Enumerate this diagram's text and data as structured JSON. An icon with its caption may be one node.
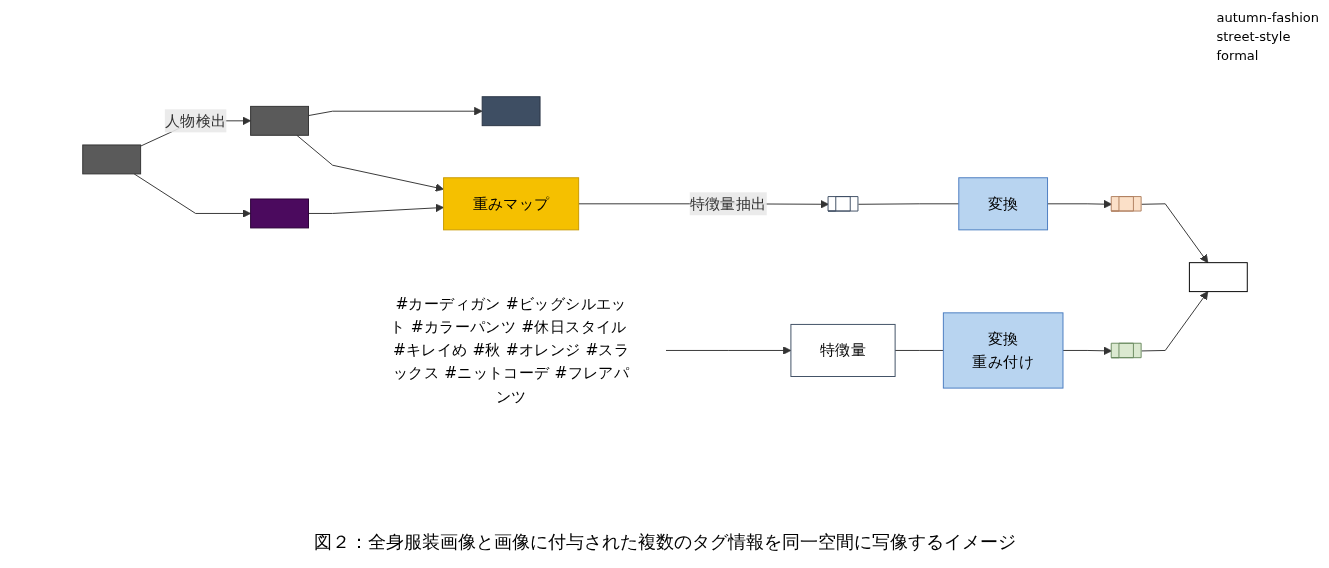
{
  "diagram": {
    "caption": "図２：全身服装画像と画像に付与された複数のタグ情報を同一空間に写像するイメージ",
    "nodes": [
      {
        "text": [],
        "shape": "box"
      },
      {
        "text": [],
        "shape": "box"
      },
      {
        "text": [],
        "shape": "box"
      },
      {
        "text": [],
        "shape": "box"
      },
      {
        "text": [
          "重みマップ"
        ]
      },
      {
        "text": [],
        "shape": "bar"
      },
      {
        "text": [
          "変換"
        ]
      },
      {
        "text": [],
        "shape": "bar"
      },
      {
        "text": [],
        "shape": "box"
      },
      {
        "text": [
          "#カーディガン #ビッグシルエット #カラーパンツ #休日スタイル #キレイめ #秋 #オレンジ #スラックス #ニットコーデ #フレアパンツ"
        ]
      },
      {
        "text": [
          "特徴量"
        ]
      },
      {
        "text": [
          "変換",
          "重み付け"
        ]
      },
      {
        "text": [],
        "shape": "bar"
      }
    ],
    "edges": [
      {
        "from": 0,
        "to": 1,
        "arrow": "to",
        "label": "人物検出"
      },
      {
        "from": 0,
        "to": 2,
        "arrow": "to"
      },
      {
        "from": 1,
        "to": 3,
        "arrow": "to"
      },
      {
        "from": 1,
        "to": 4,
        "arrow": "to"
      },
      {
        "from": 2,
        "to": 4,
        "arrow": "to"
      },
      {
        "from": 4,
        "to": 5,
        "arrow": "to",
        "label": "特徴量抽出"
      },
      {
        "from": 5,
        "to": 6,
        "arrow": "none"
      },
      {
        "from": 6,
        "to": 7,
        "arrow": "to"
      },
      {
        "from": 7,
        "to": 8,
        "arrow": "to"
      },
      {
        "from": 9,
        "to": 10,
        "arrow": "to"
      },
      {
        "from": 10,
        "to": 11,
        "arrow": "none"
      },
      {
        "from": 11,
        "to": 12,
        "arrow": "to"
      },
      {
        "from": 12,
        "to": 8,
        "arrow": "to"
      }
    ],
    "labels": [
      "autumn-fashion",
      "street-style",
      "formal"
    ]
  }
}
